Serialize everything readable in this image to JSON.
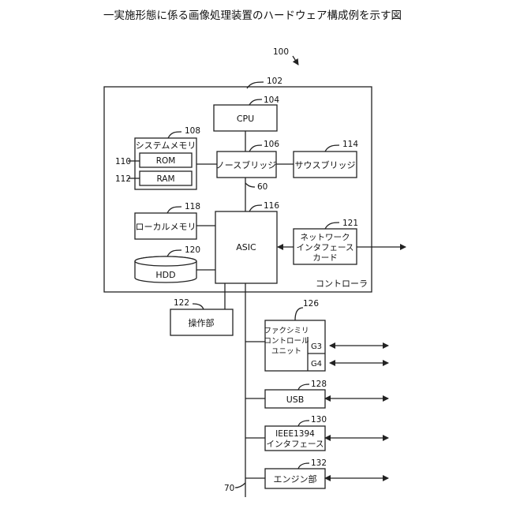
{
  "title": "一実施形態に係る画像処理装置のハードウェア構成例を示す図",
  "refs": {
    "device": "100",
    "controller": "102",
    "cpu": "104",
    "northbridge": "106",
    "system_memory": "108",
    "rom": "110",
    "ram": "112",
    "southbridge": "114",
    "asic": "116",
    "local_memory": "118",
    "hdd": "120",
    "nic": "121",
    "operation": "122",
    "fax": "126",
    "usb": "128",
    "ieee": "130",
    "engine": "132",
    "bus60": "60",
    "bus70": "70"
  },
  "labels": {
    "cpu": "CPU",
    "system_memory": "システムメモリ",
    "rom": "ROM",
    "ram": "RAM",
    "northbridge": "ノースブリッジ",
    "southbridge": "サウスブリッジ",
    "local_memory": "ローカルメモリ",
    "asic": "ASIC",
    "hdd": "HDD",
    "nic_line1": "ネットワーク",
    "nic_line2": "インタフェース",
    "nic_line3": "カード",
    "controller": "コントローラ",
    "operation": "操作部",
    "fax_line1": "ファクシミリ",
    "fax_line2": "コントロール",
    "fax_line3": "ユニット",
    "g3": "G3",
    "g4": "G4",
    "usb": "USB",
    "ieee_line1": "IEEE1394",
    "ieee_line2": "インタフェース",
    "engine": "エンジン部"
  }
}
